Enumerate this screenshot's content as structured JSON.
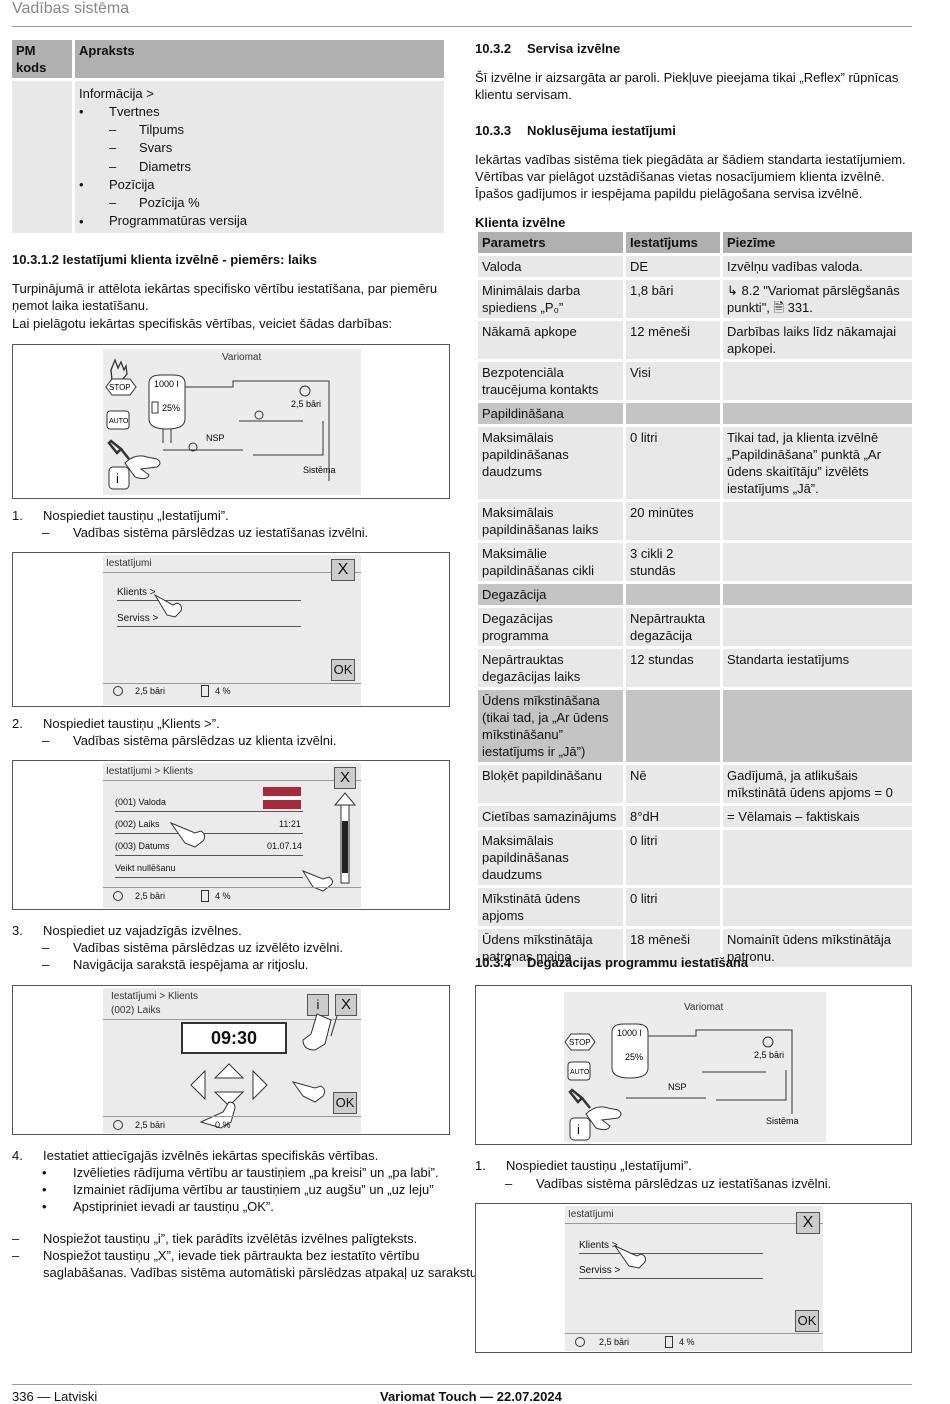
{
  "header": {
    "title": "Vadības sistēma"
  },
  "footer": {
    "left": "336 — Latviski",
    "center": "Variomat Touch — 22.07.2024"
  },
  "pm_table": {
    "h1": "PM kods",
    "h2": "Apraksts",
    "lines": [
      "Informācija >",
      "•",
      "Tvertnes",
      "–",
      "Tilpums",
      "–",
      "Svars",
      "–",
      "Diametrs",
      "•",
      "Pozīcija",
      "–",
      "Pozīcija %",
      "•",
      "Programmatūras versija"
    ]
  },
  "left": {
    "sec_num": "10.3.1.2",
    "sec_title": "Iestatījumi klienta izvēlnē - piemērs: laiks",
    "p1": "Turpinājumā ir attēlota iekārtas specifisko vērtību iestatīšana, par piemēru ņemot laika iestatīšanu.",
    "p2": "Lai pielāgotu iekārtas specifiskās vērtības, veiciet šādas darbības:",
    "s1_num": "1.",
    "s1": "Nospiediet taustiņu „Iestatījumi”.",
    "s1_d": "–",
    "s1_sub": "Vadības sistēma pārslēdzas uz iestatīšanas izvēlni.",
    "s2_num": "2.",
    "s2": "Nospiediet taustiņu „Klients >”.",
    "s2_d": "–",
    "s2_sub": "Vadības sistēma pārslēdzas uz klienta izvēlni.",
    "s3_num": "3.",
    "s3": "Nospiediet uz vajadzīgās izvēlnes.",
    "s3_d1": "–",
    "s3_sub1": "Vadības sistēma pārslēdzas uz izvēlēto izvēlni.",
    "s3_d2": "–",
    "s3_sub2": "Navigācija sarakstā iespējama ar ritjoslu.",
    "s4_num": "4.",
    "s4": "Iestatiet attiecīgajās izvēlnēs iekārtas specifiskās vērtības.",
    "b": "•",
    "s4_b1": "Izvēlieties rādījuma vērtību ar taustiņiem „pa kreisi” un „pa labi”.",
    "s4_b2": "Izmainiet rādījuma vērtību ar taustiņiem „uz augšu” un „uz leju”",
    "s4_b3": "Apstipriniet ievadi ar taustiņu „OK”.",
    "n_d": "–",
    "n1": "Nospiežot taustiņu „i”, tiek parādīts izvēlētās izvēlnes palīgteksts.",
    "n2a": "Nospiežot taustiņu „X”, ievade tiek pārtraukta bez iestatīto vērtību",
    "n2b": "saglabāšanas. Vadības sistēma automātiski pārslēdzas atpakaļ uz sarakstu."
  },
  "right": {
    "s1_num": "10.3.2",
    "s1_title": "Servisa izvēlne",
    "s1_p": "Šī izvēlne ir aizsargāta ar paroli. Piekļuve pieejama tikai „Reflex” rūpnīcas klientu servisam.",
    "s2_num": "10.3.3",
    "s2_title": "Noklusējuma iestatījumi",
    "s2_p": "Iekārtas vadības sistēma tiek piegādāta ar šādiem standarta iestatījumiem. Vērtības var pielāgot uzstādīšanas vietas nosacījumiem klienta izvēlnē. Īpašos gadījumos ir iespējama papildu pielāgošana servisa izvēlnē.",
    "tbl_title": "Klienta izvēlne",
    "s3_num": "10.3.4",
    "s3_title": "Degazācijas programmu iestatīšana",
    "st_num": "1.",
    "st": "Nospiediet taustiņu „Iestatījumi”.",
    "st_d": "–",
    "st_sub": "Vadības sistēma pārslēdzas uz iestatīšanas izvēlni."
  },
  "table": {
    "head": [
      "Parametrs",
      "Iestatījums",
      "Piezīme"
    ],
    "rows": [
      [
        "Valoda",
        "DE",
        "Izvēlņu vadības valoda."
      ],
      [
        "Minimālais darba spiediens „P₀”",
        "1,8 bāri",
        "↳ 8.2 \"Variomat pārslēgšanās punkti\", 🗎 331."
      ],
      [
        "Nākamā apkope",
        "12 mēneši",
        "Darbības laiks līdz nākamajai apkopei."
      ],
      [
        "Bezpotenciāla traucējuma kontakts",
        "Visi",
        ""
      ],
      [
        "Papildināšana",
        "",
        ""
      ],
      [
        "Maksimālais papildināšanas daudzums",
        "0 litri",
        "Tikai tad, ja klienta izvēlnē „Papildināšana” punktā „Ar ūdens skaitītāju” izvēlēts iestatījums „Jā”."
      ],
      [
        "Maksimālais papildināšanas laiks",
        "20 minūtes",
        ""
      ],
      [
        "Maksimālie papildināšanas cikli",
        "3 cikli 2 stundās",
        ""
      ],
      [
        "Degazācija",
        "",
        ""
      ],
      [
        "Degazācijas programma",
        "Nepārtraukta degazācija",
        ""
      ],
      [
        "Nepārtrauktas degazācijas laiks",
        "12 stundas",
        "Standarta iestatījums"
      ],
      [
        "Ūdens mīkstināšana (tikai tad, ja „Ar ūdens mīkstināšanu” iestatījums ir „Jā”)",
        "",
        ""
      ],
      [
        "Bloķēt papildināšanu",
        "Nē",
        "Gadījumā, ja atlikušais mīkstinātā ūdens apjoms = 0"
      ],
      [
        "Cietības samazinājums",
        "8°dH",
        "= Vēlamais – faktiskais"
      ],
      [
        "Maksimālais papildināšanas daudzums",
        "0 litri",
        ""
      ],
      [
        "Mīkstinātā ūdens apjoms",
        "0 litri",
        ""
      ],
      [
        "Ūdens mīkstinātāja patronas maiņa",
        "18 mēneši",
        "Nomainīt ūdens mīkstinātāja patronu."
      ]
    ]
  },
  "screen": {
    "title": "Variomat",
    "vol": "1000 l",
    "level": "25%",
    "pressure": "2,5 bāri",
    "nsp": "NSP",
    "system": "Sistēma",
    "stop": "STOP",
    "auto": "AUTO",
    "info": "i",
    "set_title": "Iestatījumi",
    "klients": "Klients >",
    "serviss": "Serviss >",
    "ok": "OK",
    "pct": "4 %",
    "close": "X",
    "cm_title": "Iestatījumi > Klients",
    "cm1": "(001) Valoda",
    "cm2": "(002) Laiks",
    "cm2v": "11:21",
    "cm3": "(003) Datums",
    "cm3v": "01.07.14",
    "cm4": "Veikt nullēšanu",
    "time_sub": "(002) Laiks",
    "time": "09:30",
    "pct0": "0 %"
  }
}
